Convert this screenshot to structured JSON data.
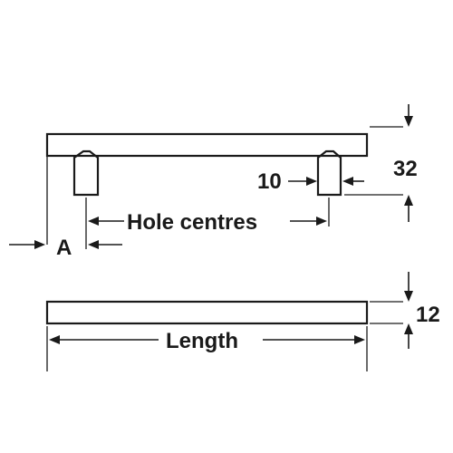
{
  "labels": {
    "height": "32",
    "post_diameter": "10",
    "hole_centres": "Hole centres",
    "projection": "A",
    "bar_thickness": "12",
    "length": "Length"
  }
}
